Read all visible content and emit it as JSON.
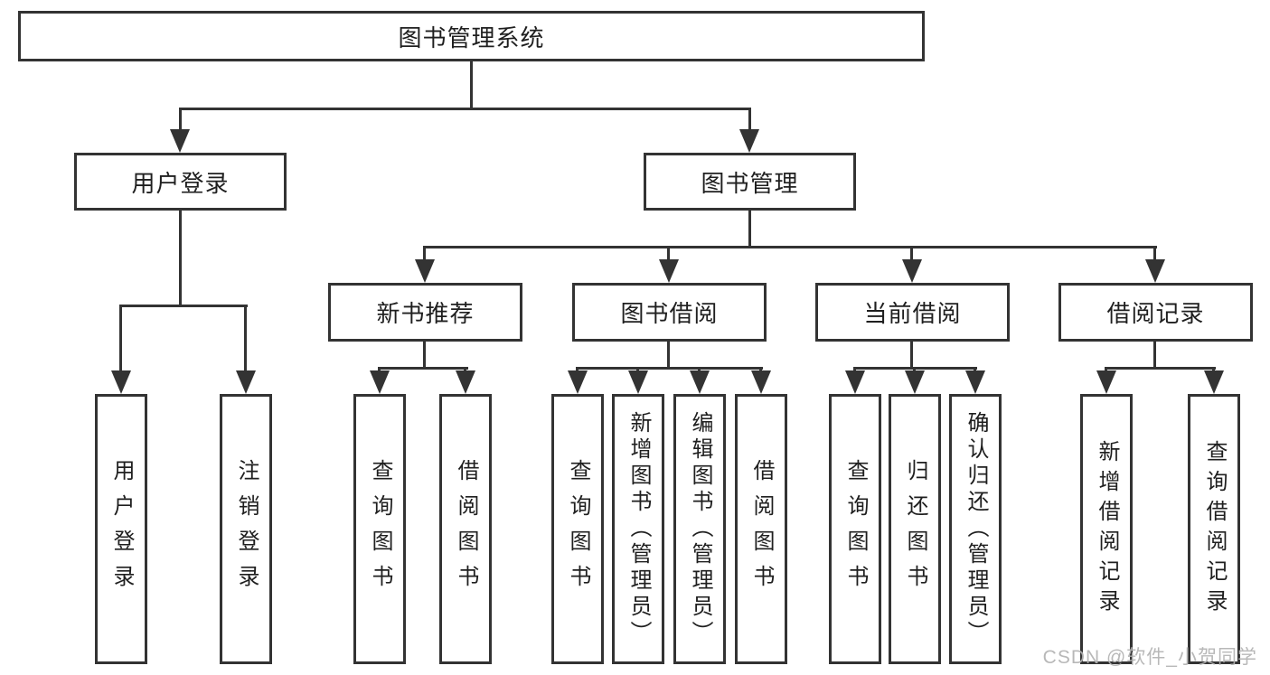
{
  "tree": {
    "root": {
      "label": "图书管理系统"
    },
    "branches": [
      {
        "label": "用户登录",
        "children": [
          {
            "label": "用户登录"
          },
          {
            "label": "注销登录"
          }
        ]
      },
      {
        "label": "图书管理",
        "children": [
          {
            "label": "新书推荐",
            "children": [
              {
                "label": "查询图书"
              },
              {
                "label": "借阅图书"
              }
            ]
          },
          {
            "label": "图书借阅",
            "children": [
              {
                "label": "查询图书"
              },
              {
                "label": "新增图书（管理员）"
              },
              {
                "label": "编辑图书（管理员）"
              },
              {
                "label": "借阅图书"
              }
            ]
          },
          {
            "label": "当前借阅",
            "children": [
              {
                "label": "查询图书"
              },
              {
                "label": "归还图书"
              },
              {
                "label": "确认归还（管理员）"
              }
            ]
          },
          {
            "label": "借阅记录",
            "children": [
              {
                "label": "新增借阅记录"
              },
              {
                "label": "查询借阅记录"
              }
            ]
          }
        ]
      }
    ]
  },
  "watermark": {
    "text": "CSDN @软件_小贺同学"
  },
  "colors": {
    "line": "#333333",
    "box_border": "#333333",
    "box_fill": "#ffffff",
    "text": "#1f1f1f",
    "watermark": "#b2b2b2",
    "background": "#ffffff"
  }
}
